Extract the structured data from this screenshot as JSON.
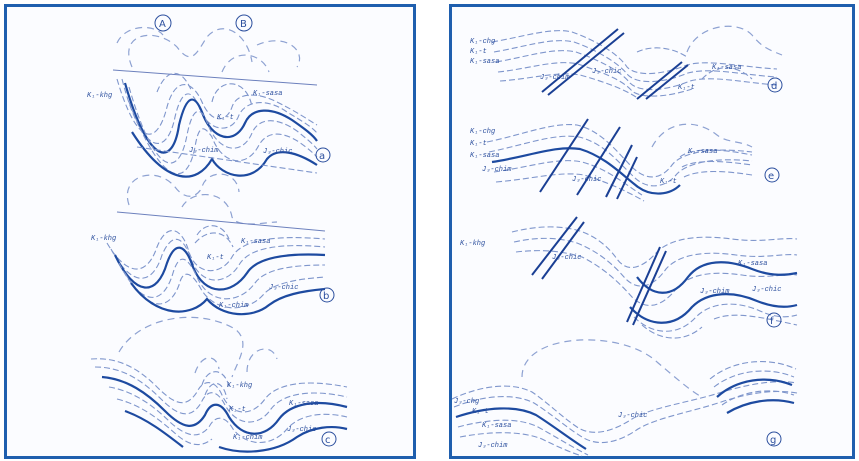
{
  "colors": {
    "frame": "#1f5fae",
    "ink": "#1d4aa0",
    "background": "#fbfcff"
  },
  "left_panel": {
    "markers": [
      "A",
      "B"
    ],
    "sections": [
      {
        "tag": "a",
        "labels": [
          "K₁-khg",
          "K₁-sasa",
          "K₁-t",
          "J₃-chim",
          "J₃-chic"
        ]
      },
      {
        "tag": "b",
        "labels": [
          "K₁-khg",
          "K₁-sasa",
          "K₁-t",
          "K₁-chim",
          "J₃-chic"
        ]
      },
      {
        "tag": "c",
        "labels": [
          "K₁-khg",
          "K₁-sasa",
          "K₁-t",
          "K₁-chim",
          "J₃-chic"
        ]
      }
    ]
  },
  "right_panel": {
    "sections": [
      {
        "tag": "d",
        "labels": [
          "K₁-chg",
          "K₁-t",
          "K₁-sasa",
          "J₃-chim",
          "J₃-chic",
          "K₁-t",
          "K₁-sasa"
        ]
      },
      {
        "tag": "e",
        "labels": [
          "K₁-chg",
          "K₁-t",
          "K₁-sasa",
          "J₃-chim",
          "J₃-chic",
          "K₁-t",
          "K₁-sasa"
        ]
      },
      {
        "tag": "f",
        "labels": [
          "K₁-khg",
          "J₃-chic",
          "K₁-sasa",
          "J₃-chim",
          "J₃-chic"
        ]
      },
      {
        "tag": "g",
        "labels": [
          "J₃-chg",
          "K₁-t",
          "K₁-sasa",
          "J₃-chim",
          "J₃-chic"
        ]
      }
    ]
  }
}
